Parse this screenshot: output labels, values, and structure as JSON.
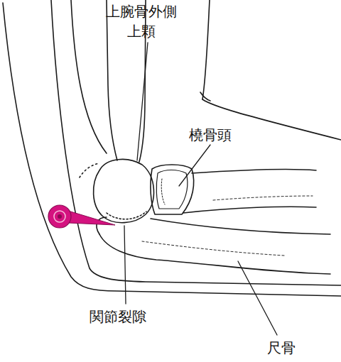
{
  "diagram": {
    "labels": [
      "上腕骨外側 上顆",
      "橈骨頭",
      "関節裂隙",
      "尺骨"
    ]
  }
}
